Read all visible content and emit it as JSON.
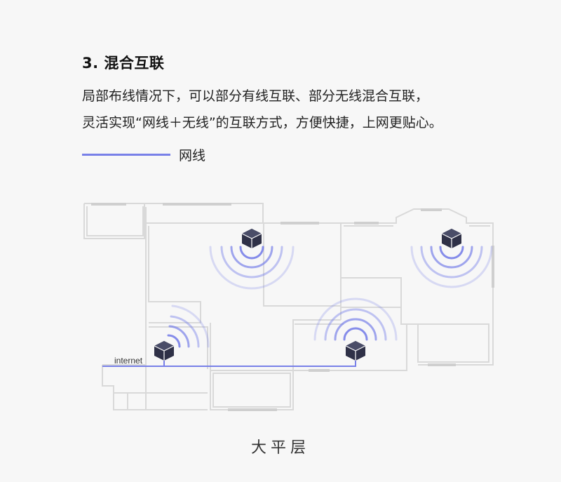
{
  "section": {
    "title": "3. 混合互联",
    "description_lines": [
      "局部布线情况下，可以部分有线互联、部分无线混合互联，",
      "灵活实现“网线＋无线”的互联方式，方便快捷，上网更贴心。"
    ]
  },
  "legend": {
    "label": "网线",
    "color": "#7880e8"
  },
  "floorplan": {
    "internet_label": "internet",
    "caption": "大平层",
    "wall_color": "#d9d9d9",
    "router_color": "#2f3147",
    "wifi_color": "#6f78e6",
    "router_icon": "cube-router-icon"
  }
}
